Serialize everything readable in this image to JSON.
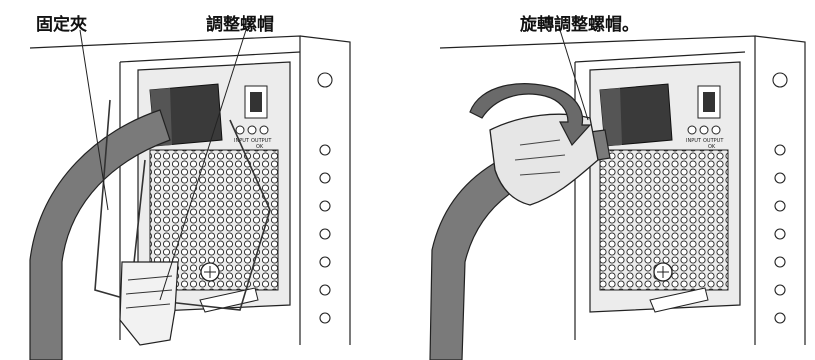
{
  "left_panel": {
    "callout_clip": "固定夾",
    "callout_nut": "調整螺帽"
  },
  "right_panel": {
    "callout_rotate": "旋轉調整螺帽。"
  },
  "psu": {
    "led_label_input": "INPUT",
    "led_label_output": "OUTPUT",
    "led_label_ok": "OK"
  }
}
